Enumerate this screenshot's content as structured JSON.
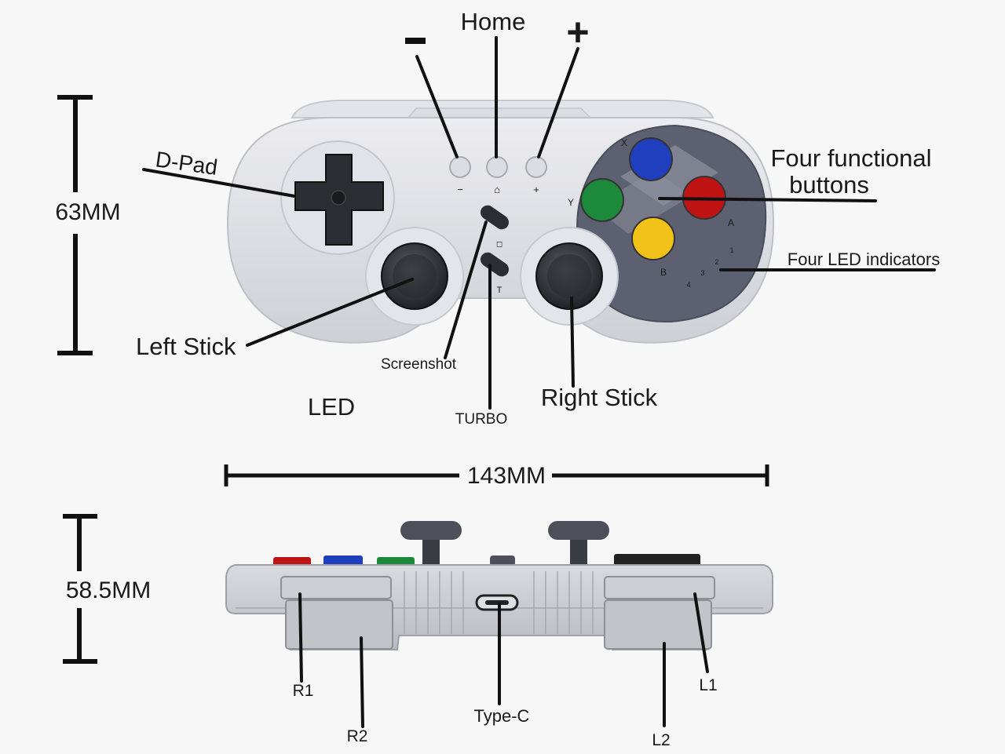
{
  "top_view": {
    "buttons": {
      "minus_symbol": "-",
      "home": "Home",
      "plus_symbol": "+"
    },
    "dpad": "D-Pad",
    "four_functional_buttons": [
      "Four functional",
      "buttons"
    ],
    "four_led_indicators": "Four LED indicators",
    "left_stick": "Left Stick",
    "right_stick": "Right Stick",
    "screenshot": "Screenshot",
    "turbo": "TURBO",
    "led": "LED",
    "height_dimension": "63MM",
    "face_letters": {
      "x": "X",
      "y": "Y",
      "a": "A",
      "b": "B"
    },
    "face_colors": {
      "x": "#1f3fbf",
      "y": "#1c8a3a",
      "a": "#c01414",
      "b": "#f2c21a"
    },
    "small_marks": {
      "minus": "−",
      "home": "⌂",
      "plus": "+",
      "screenshot": "◻",
      "turbo": "T"
    },
    "led_numbers": [
      "1",
      "2",
      "3",
      "4"
    ]
  },
  "width_dimension": "143MM",
  "side_view": {
    "height_dimension": "58.5MM",
    "r1": "R1",
    "r2": "R2",
    "type_c": "Type-C",
    "l1": "L1",
    "l2": "L2"
  }
}
